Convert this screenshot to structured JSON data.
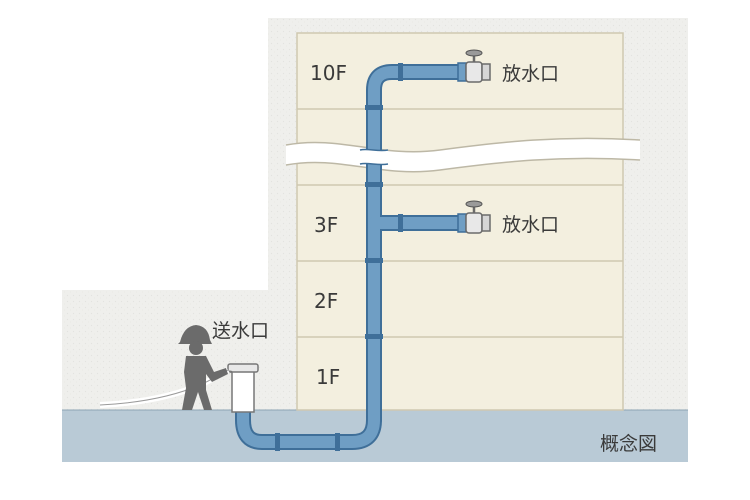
{
  "floors": [
    {
      "id": "10f",
      "label": "10F"
    },
    {
      "id": "3f",
      "label": "3F"
    },
    {
      "id": "2f",
      "label": "2F"
    },
    {
      "id": "1f",
      "label": "1F"
    }
  ],
  "labels": {
    "outlet_top": "放水口",
    "outlet_mid": "放水口",
    "inlet": "送水口",
    "caption": "概念図"
  },
  "colors": {
    "building": "#f3efdf",
    "building_line": "#cfc8b0",
    "ground": "#b9cad6",
    "pipe": "#6f9ec4",
    "pipe_dark": "#3f6f99",
    "background_wall": "#f1f1ef",
    "firefighter": "#6b6b6b"
  },
  "icons": {
    "outlet_valve": "valve-icon",
    "firefighter": "firefighter-icon"
  }
}
